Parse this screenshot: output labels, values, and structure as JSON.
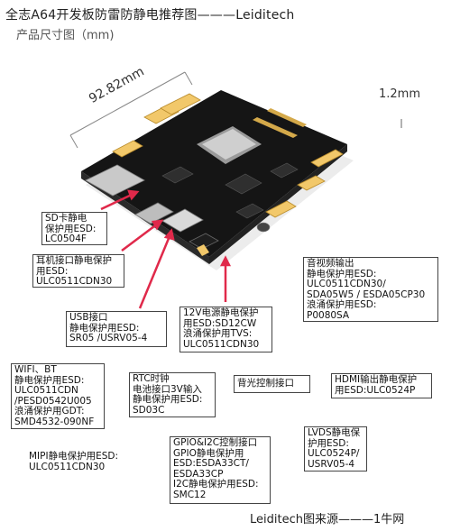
{
  "header": {
    "title": "全志A64开发板防雷防静电推荐图———Leiditech",
    "subtitle": "产品尺寸图（mm)"
  },
  "dimensions": {
    "width": "92.82mm",
    "thickness": "1.2mm"
  },
  "labels": {
    "sd": [
      "SD卡静电",
      "保护用ESD:",
      "LC0504F"
    ],
    "earphone": [
      "耳机接口静电保护",
      "用ESD:",
      "ULC0511CDN30"
    ],
    "usb": [
      "USB接口",
      "静电保护用ESD:",
      "SR05 /USRV05-4"
    ],
    "power": [
      "12V电源静电保护",
      "用ESD:SD12CW",
      "浪涌保护用TVS:",
      "ULC0511CDN30"
    ],
    "av": [
      "音视频输出",
      "静电保护用ESD:",
      "ULC0511CDN30/",
      "SDA05W5 / ESDA05CP30",
      "浪涌保护用ESD:",
      "P0080SA"
    ],
    "wifi": [
      "WIFI、BT",
      "静电保护用ESD:",
      "ULC0511CDN",
      "/PESD0542U005",
      "浪涌保护用GDT:",
      "SMD4532-090NF"
    ],
    "rtc": [
      "RTC时钟",
      "电池接口3V输入",
      "静电保护用ESD:",
      "SD03C"
    ],
    "backlight": [
      "背光控制接口"
    ],
    "hdmi": [
      "HDMI输出静电保护",
      "用ESD:ULC0524P"
    ],
    "mipi": [
      "MIPI静电保护用ESD:",
      "ULC0511CDN30"
    ],
    "gpio": [
      "GPIO&I2C控制接口",
      "GPIO静电保护用",
      "ESD:ESDA33CT/",
      "ESDA33CP",
      "I2C静电保护用ESD:",
      "SMC12"
    ],
    "lvds": [
      "LVDS静电保",
      "护用ESD:",
      "ULC0524P/",
      "USRV05-4"
    ]
  },
  "footer": {
    "source": "Leiditech图来源———1牛网"
  },
  "colors": {
    "pcb": "#151515",
    "arrow": "#e0294a",
    "connector": "#f2c86a",
    "gold": "#d4a94a"
  }
}
